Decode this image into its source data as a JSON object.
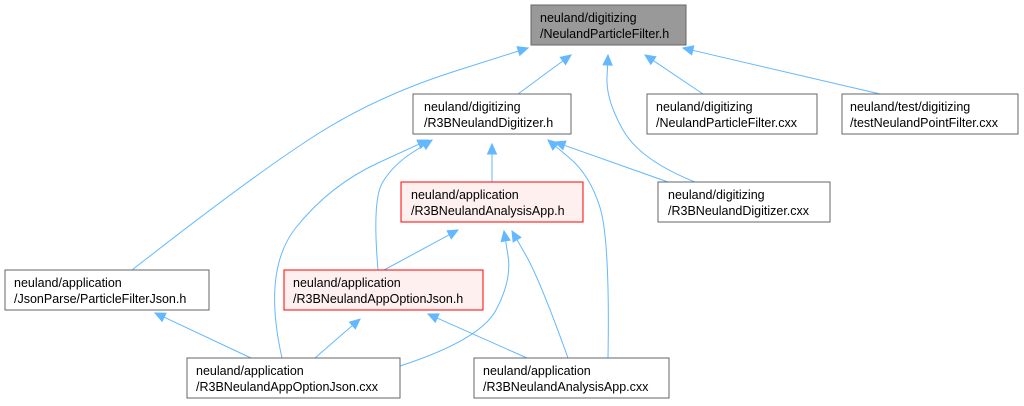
{
  "colors": {
    "edge": "#63b8ff",
    "node_fill": "#ffffff",
    "node_border": "#666666",
    "root_fill": "#999999",
    "highlight_fill": "#fff0f0",
    "highlight_border": "#ff0000"
  },
  "nodes": {
    "particle_filter_h": {
      "line1": "neuland/digitizing",
      "line2": "/NeulandParticleFilter.h",
      "style": "root"
    },
    "digitizer_h": {
      "line1": "neuland/digitizing",
      "line2": "/R3BNeulandDigitizer.h",
      "style": "normal"
    },
    "particle_filter_cxx": {
      "line1": "neuland/digitizing",
      "line2": "/NeulandParticleFilter.cxx",
      "style": "normal"
    },
    "test_point_filter_cxx": {
      "line1": "neuland/test/digitizing",
      "line2": "/testNeulandPointFilter.cxx",
      "style": "normal"
    },
    "analysis_app_h": {
      "line1": "neuland/application",
      "line2": "/R3BNeulandAnalysisApp.h",
      "style": "highlight"
    },
    "digitizer_cxx": {
      "line1": "neuland/digitizing",
      "line2": "/R3BNeulandDigitizer.cxx",
      "style": "normal"
    },
    "particle_filter_json_h": {
      "line1": "neuland/application",
      "line2": "/JsonParse/ParticleFilterJson.h",
      "style": "normal"
    },
    "app_option_json_h": {
      "line1": "neuland/application",
      "line2": "/R3BNeulandAppOptionJson.h",
      "style": "highlight"
    },
    "app_option_json_cxx": {
      "line1": "neuland/application",
      "line2": "/R3BNeulandAppOptionJson.cxx",
      "style": "normal"
    },
    "analysis_app_cxx": {
      "line1": "neuland/application",
      "line2": "/R3BNeulandAnalysisApp.cxx",
      "style": "normal"
    }
  },
  "edges": [
    {
      "from": "digitizer_h",
      "to": "particle_filter_h"
    },
    {
      "from": "particle_filter_cxx",
      "to": "particle_filter_h"
    },
    {
      "from": "test_point_filter_cxx",
      "to": "particle_filter_h"
    },
    {
      "from": "digitizer_cxx",
      "to": "particle_filter_h"
    },
    {
      "from": "particle_filter_json_h",
      "to": "particle_filter_h"
    },
    {
      "from": "analysis_app_h",
      "to": "digitizer_h"
    },
    {
      "from": "digitizer_cxx",
      "to": "digitizer_h"
    },
    {
      "from": "app_option_json_h",
      "to": "digitizer_h"
    },
    {
      "from": "app_option_json_cxx",
      "to": "digitizer_h"
    },
    {
      "from": "analysis_app_cxx",
      "to": "digitizer_h"
    },
    {
      "from": "app_option_json_h",
      "to": "analysis_app_h"
    },
    {
      "from": "app_option_json_cxx",
      "to": "analysis_app_h"
    },
    {
      "from": "analysis_app_cxx",
      "to": "analysis_app_h"
    },
    {
      "from": "app_option_json_cxx",
      "to": "app_option_json_h"
    },
    {
      "from": "analysis_app_cxx",
      "to": "app_option_json_h"
    },
    {
      "from": "app_option_json_cxx",
      "to": "particle_filter_json_h"
    }
  ]
}
